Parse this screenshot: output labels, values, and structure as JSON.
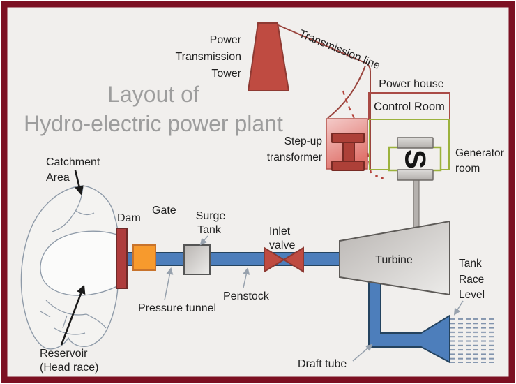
{
  "title": {
    "line1": "Layout of",
    "line2": "Hydro-electric power plant"
  },
  "labels": {
    "tower": {
      "l1": "Power",
      "l2": "Transmission",
      "l3": "Tower"
    },
    "transmission_line": "Transmission line",
    "power_house": "Power house",
    "control_room": "Control Room",
    "generator_room": {
      "l1": "Generator",
      "l2": "room"
    },
    "step_up_transformer": {
      "l1": "Step-up",
      "l2": "transformer"
    },
    "generator_symbol": "S",
    "catchment": {
      "l1": "Catchment",
      "l2": "Area"
    },
    "dam": "Dam",
    "gate": "Gate",
    "surge_tank": {
      "l1": "Surge",
      "l2": "Tank"
    },
    "pressure_tunnel": "Pressure tunnel",
    "penstock": "Penstock",
    "inlet_valve": {
      "l1": "Inlet",
      "l2": "valve"
    },
    "turbine": "Turbine",
    "tail_race": {
      "l1": "Tank",
      "l2": "Race",
      "l3": "Level"
    },
    "draft_tube": "Draft tube",
    "reservoir": {
      "l1": "Reservoir",
      "l2": "(Head race)"
    }
  },
  "colors": {
    "frame_maroon": "#7c1022",
    "background": "#f1efed",
    "title_gray": "#9d9d9d",
    "brick_red": "#bf4b41",
    "dam_red": "#ae3c3c",
    "transformer_symbol_red": "#ad4038",
    "pipe_blue": "#4d7ebb",
    "gate_orange": "#f79a2d",
    "machine_gray": "#c9c6c3",
    "generator_room_green": "#9cb23d",
    "control_room_red": "#a94a45",
    "water_dash_blue": "#8193ad"
  }
}
